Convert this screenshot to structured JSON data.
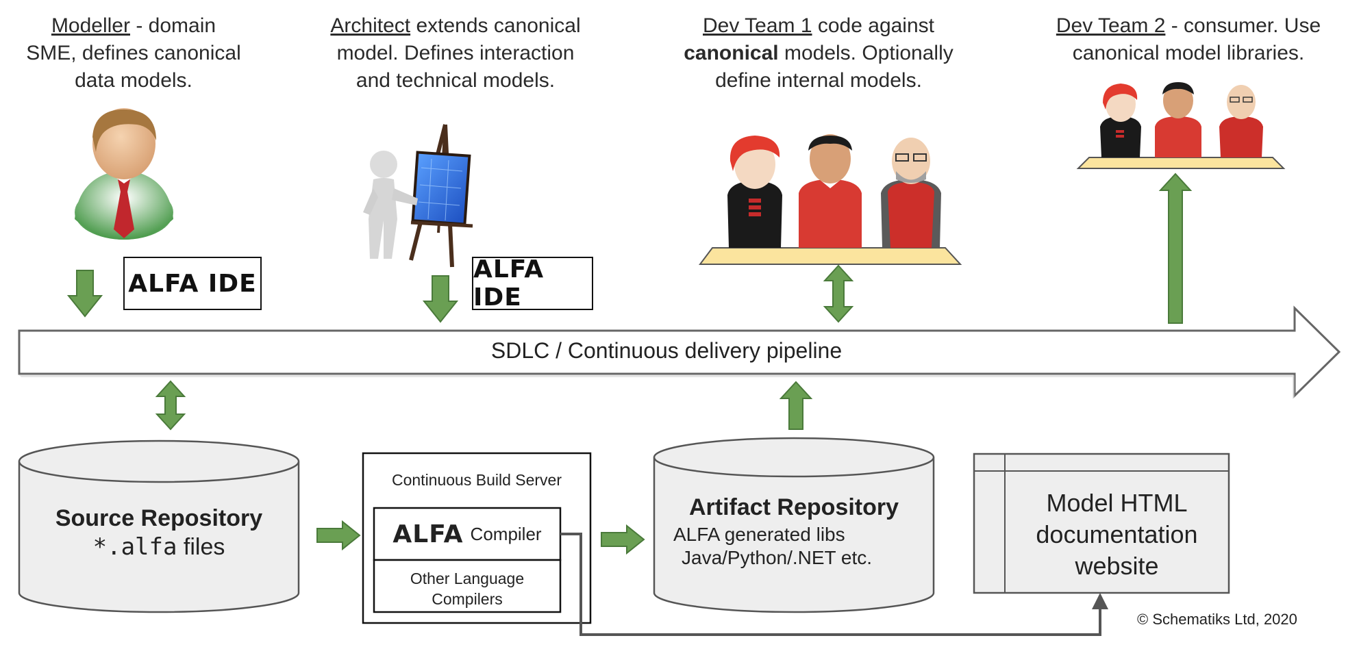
{
  "roles": [
    {
      "title": "Modeller",
      "line1_rest": " - domain",
      "line2": "SME, defines canonical",
      "line3": "data models."
    },
    {
      "title": "Architect",
      "line1_rest": " extends canonical",
      "line2": "model. Defines interaction",
      "line3": "and technical models."
    },
    {
      "title": "Dev Team 1",
      "line1_rest": " code against",
      "line2_bold": "canonical",
      "line2_rest": " models. Optionally",
      "line3": "define internal models."
    },
    {
      "title": "Dev Team 2",
      "line1_rest": " -  consumer.  Use",
      "line2": "canonical model libraries."
    }
  ],
  "ide_labels": [
    "ALFA IDE",
    "ALFA IDE"
  ],
  "pipeline_label": "SDLC / Continuous delivery pipeline",
  "source_repo": {
    "title": "Source Repository",
    "code": "*.alfa",
    "suffix": " files"
  },
  "build_server": {
    "title": "Continuous Build Server",
    "alfa": "ALFA",
    "compiler": "Compiler",
    "other_line1": "Other Language",
    "other_line2": "Compilers"
  },
  "artifact_repo": {
    "title": "Artifact Repository",
    "line1": "ALFA generated libs",
    "line2": "Java/Python/.NET etc."
  },
  "website": {
    "line1": "Model HTML",
    "line2": "documentation",
    "line3": "website"
  },
  "copyright": "© Schematiks Ltd, 2020",
  "colors": {
    "arrow_green": "#6a9f53",
    "arrow_stroke": "#4a7a3a",
    "db_fill": "#eeeeee",
    "platform": "#fbe49e",
    "dark_arrow": "#555555"
  },
  "icons": [
    "modeller-person-icon",
    "architect-easel-icon",
    "dev-team-1-people-icon",
    "dev-team-2-people-icon"
  ]
}
